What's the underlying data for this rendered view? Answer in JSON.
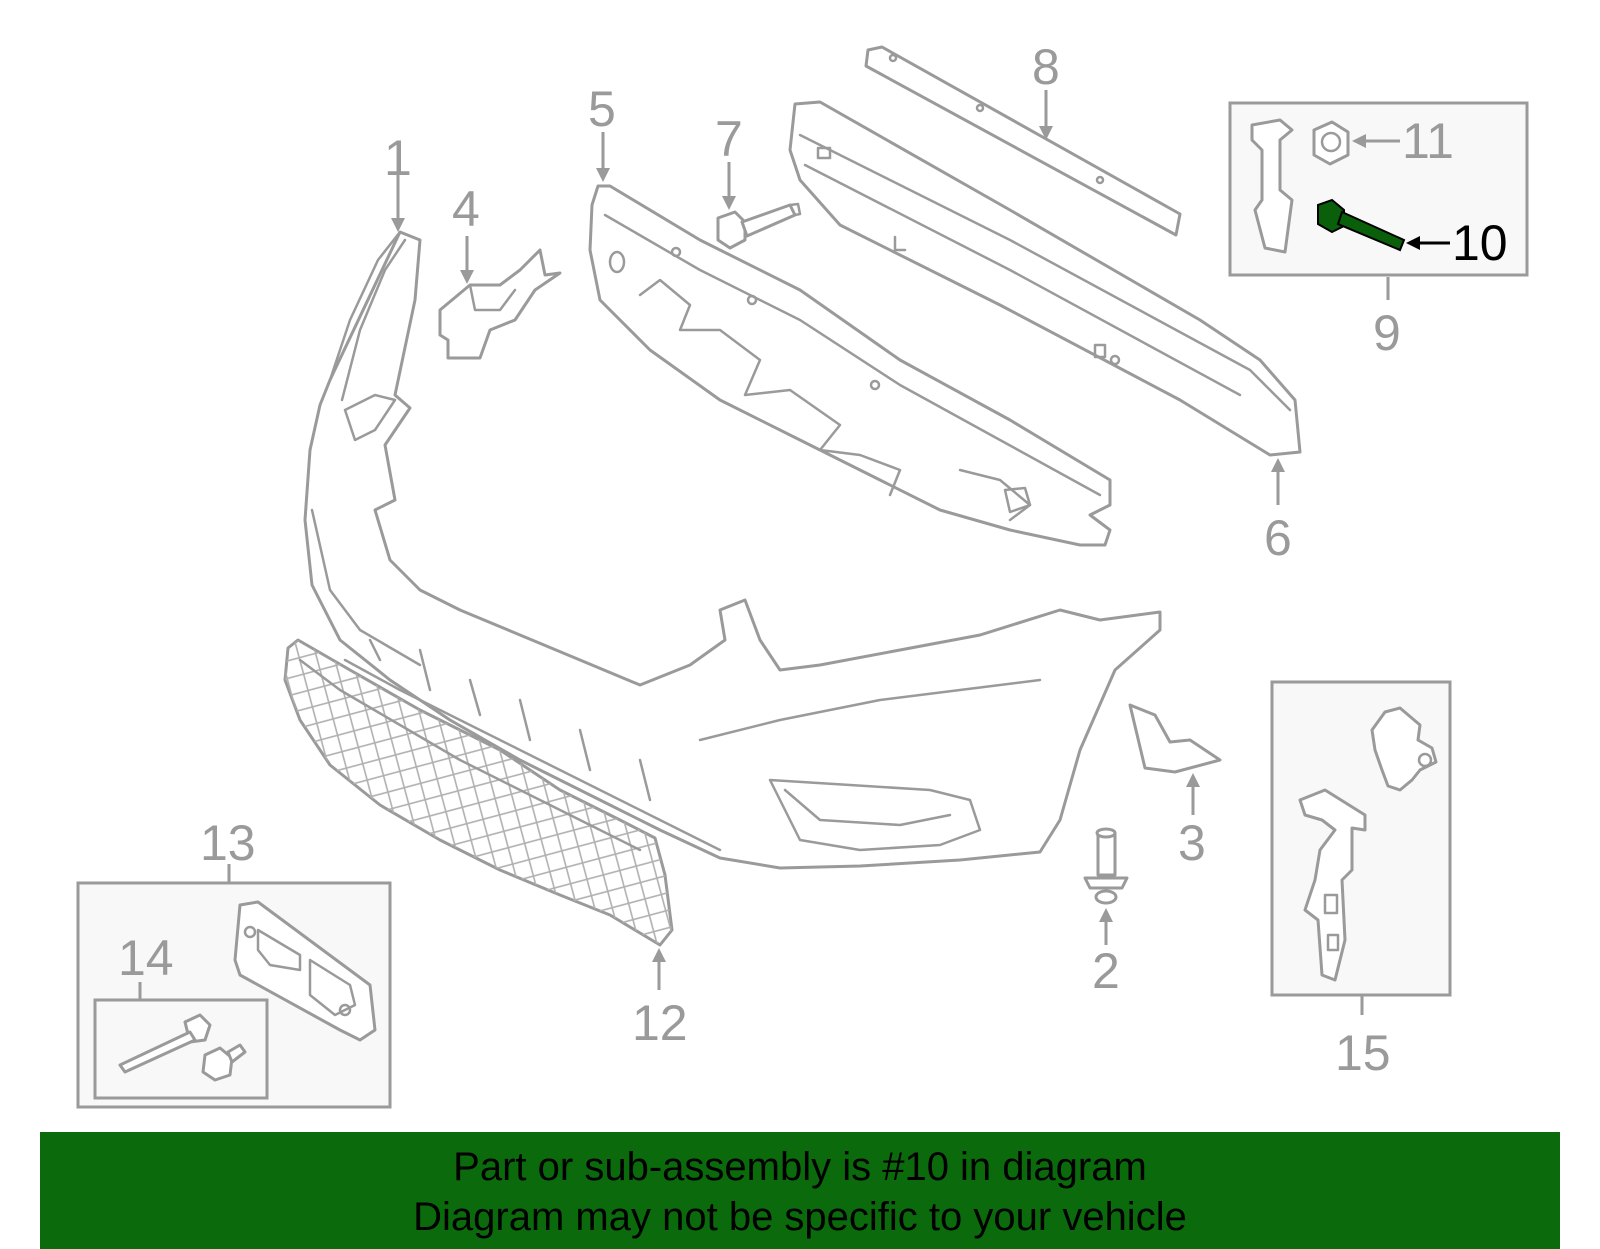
{
  "diagram": {
    "callouts": [
      "1",
      "2",
      "3",
      "4",
      "5",
      "6",
      "7",
      "8",
      "9",
      "10",
      "11",
      "12",
      "13",
      "14",
      "15"
    ],
    "highlighted_part": "10",
    "highlight_color": "#0a5f0a",
    "line_color": "#9a9a9a"
  },
  "banner": {
    "line1": "Part or sub-assembly is #10 in diagram",
    "line2": "Diagram may not be specific to your vehicle",
    "background": "#0b6a0b"
  }
}
